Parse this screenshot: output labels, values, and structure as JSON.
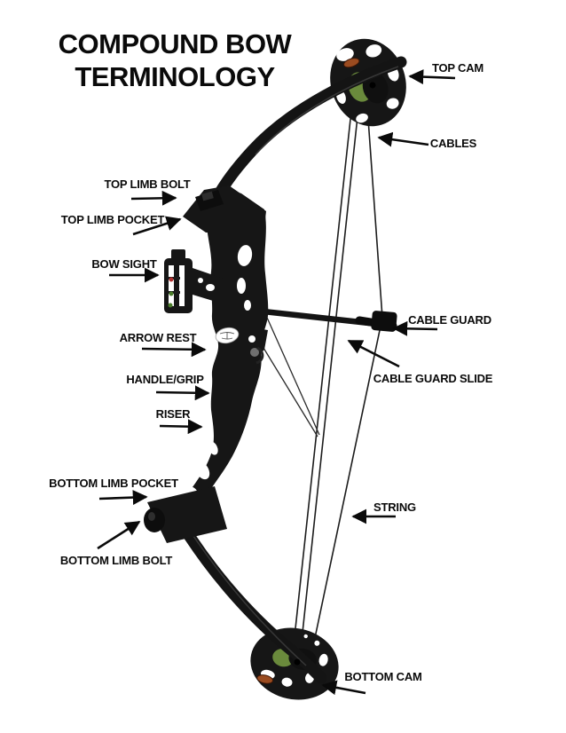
{
  "title": {
    "line1": "COMPOUND BOW",
    "line2": "TERMINOLOGY"
  },
  "labels": {
    "top_cam": "TOP CAM",
    "cables": "CABLES",
    "top_limb_bolt": "TOP LIMB BOLT",
    "top_limb_pocket": "TOP LIMB POCKET",
    "bow_sight": "BOW SIGHT",
    "cable_guard": "CABLE GUARD",
    "arrow_rest": "ARROW REST",
    "cable_guard_slide": "CABLE GUARD SLIDE",
    "handle_grip": "HANDLE/GRIP",
    "riser": "RISER",
    "bottom_limb_pocket": "BOTTOM LIMB POCKET",
    "string": "STRING",
    "bottom_limb_bolt": "BOTTOM LIMB BOLT",
    "bottom_cam": "BOTTOM CAM"
  },
  "colors": {
    "background": "#ffffff",
    "text": "#0a0a0a",
    "bow_black": "#161616",
    "cam_green": "#6a8a3c",
    "cam_orange": "#9a4b20",
    "sight_pin_red": "#b03030",
    "sight_pin_green": "#4a7d2a"
  }
}
